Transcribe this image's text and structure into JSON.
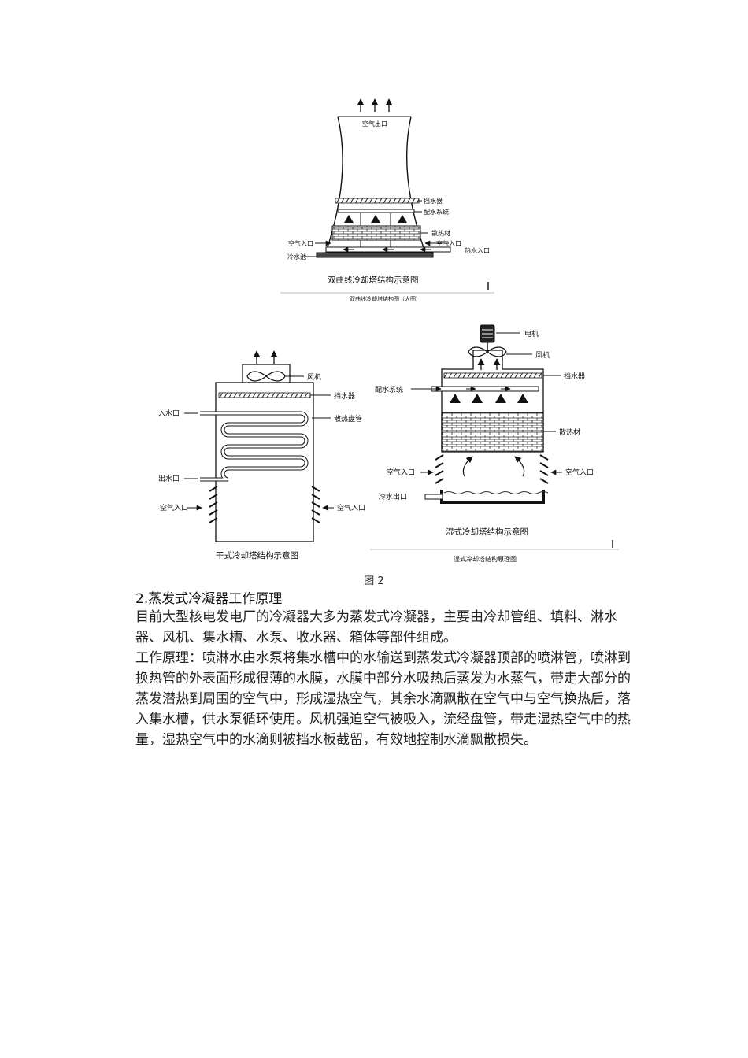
{
  "figure_top": {
    "air_outlet": "空气出口",
    "drift_eliminator": "挡水器",
    "water_distribution": "配水系统",
    "fill": "散热材",
    "air_inlet_left": "空气入口",
    "air_inlet_right": "空气入口",
    "cold_water_basin": "冷水池",
    "hot_water_inlet": "热水入口",
    "title": "双曲线冷却塔结构示意图",
    "subtitle": "双曲线冷却塔结构图（大图）"
  },
  "figure_dry": {
    "fan": "风机",
    "drift_eliminator": "挡水器",
    "water_inlet": "入水口",
    "coil": "散热盘管",
    "water_outlet": "出水口",
    "air_inlet_left": "空气入口",
    "air_inlet_right": "空气入口",
    "title": "干式冷却塔结构示意图"
  },
  "figure_wet": {
    "motor": "电机",
    "fan": "风机",
    "drift_eliminator": "挡水器",
    "water_distribution": "配水系统",
    "fill": "散热材",
    "air_inlet_left": "空气入口",
    "air_inlet_right": "空气入口",
    "cold_water_outlet": "冷水出口",
    "title": "湿式冷却塔结构示意图",
    "subtitle": "湿式冷却塔结构原理图"
  },
  "caption": "图 2",
  "section_heading": "2.蒸发式冷凝器工作原理",
  "paragraphs": [
    "目前大型核电发电厂的冷凝器大多为蒸发式冷凝器，主要由冷却管组、填料、淋水器、风机、集水槽、水泵、收水器、箱体等部件组成。",
    "工作原理：喷淋水由水泵将集水槽中的水输送到蒸发式冷凝器顶部的喷淋管，喷淋到换热管的外表面形成很薄的水膜，水膜中部分水吸热后蒸发为水蒸气，带走大部分的蒸发潜热到周围的空气中，形成湿热空气，其余水滴飘散在空气中与空气换热后，落入集水槽，供水泵循环使用。风机强迫空气被吸入，流经盘管，带走湿热空气中的热量，湿热空气中的水滴则被挡水板截留，有效地控制水滴飘散损失。"
  ]
}
